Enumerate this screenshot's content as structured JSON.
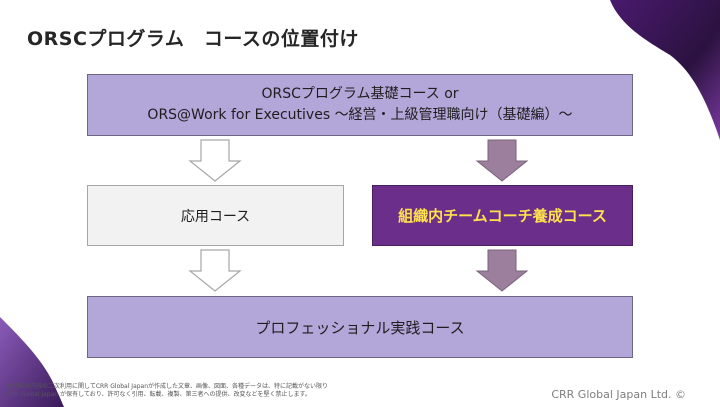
{
  "title": "ORSCプログラム　コースの位置付け",
  "boxes": {
    "top_line1": "ORSCプログラム基礎コース or",
    "top_line2": "ORS@Work for Executives 〜経営・上級管理職向け（基礎編）〜",
    "applied": "応用コース",
    "org_coach": "組織内チームコーチ養成コース",
    "professional": "プロフェッショナル実践コース"
  },
  "footer": {
    "note_line1": "本資料の内容の二次利用に関してCRR Global Japanが作成した文章、画像、図面、各種データは、特に記載がない限り",
    "note_line2": "CRR Global Japan が保有しており、許可なく引用、転載、複製、第三者への提供、改変などを堅く禁止します。",
    "copyright": "CRR Global Japan Ltd. ©"
  },
  "colors": {
    "lavender_box": "#b3a6d8",
    "purple_box": "#6b2e8a",
    "yellow_text": "#ffe14d",
    "gray_box": "#f2f2f2",
    "purple_arrow": "#9b7f9c"
  }
}
